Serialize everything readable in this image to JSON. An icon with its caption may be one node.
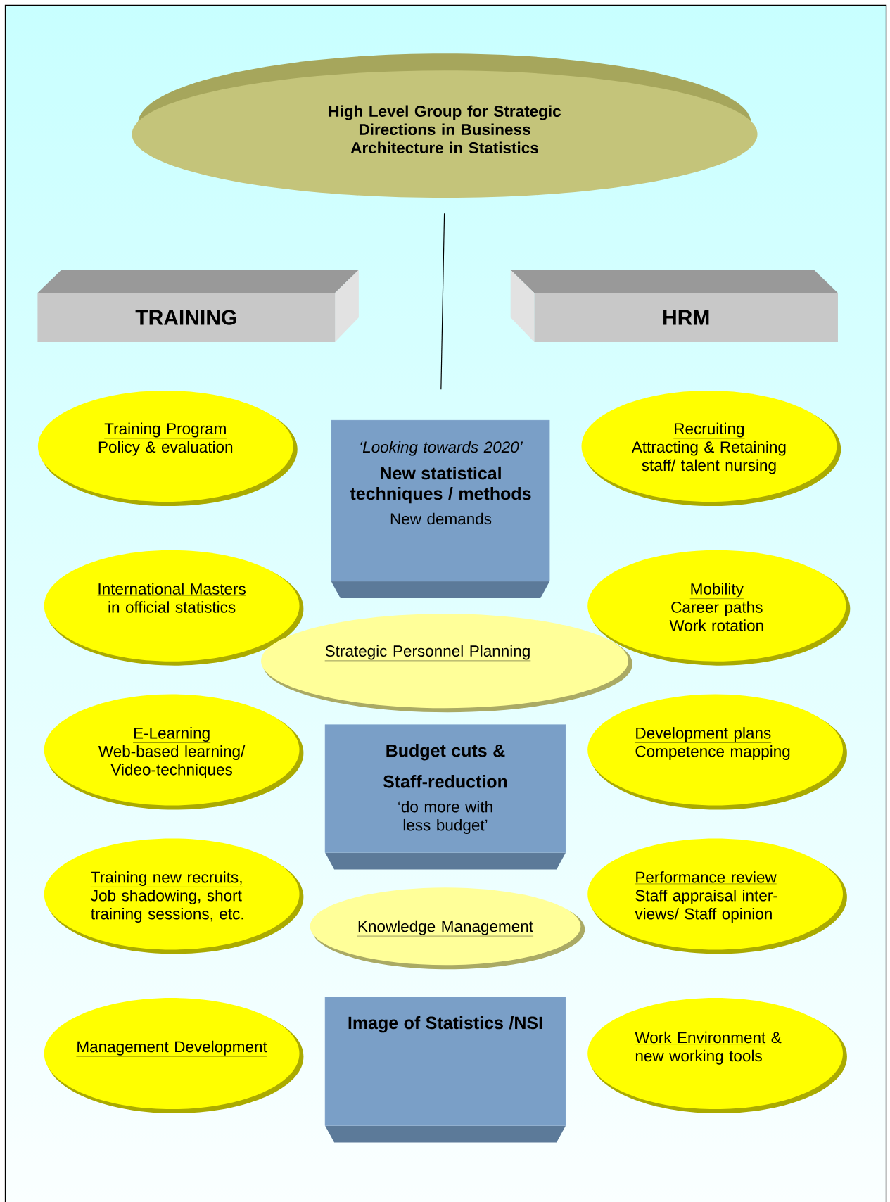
{
  "diagram": {
    "nodes": [
      {
        "text": [
          "High Level Group for Strategic Directions in Business Architecture in Statistics"
        ]
      },
      {
        "text": [
          "TRAINING"
        ]
      },
      {
        "text": [
          "HRM"
        ]
      },
      {
        "text": [
          "Training Program",
          "Policy & evaluation"
        ]
      },
      {
        "text": [
          "‘Looking towards 2020’",
          "New statistical techniques / methods",
          "New demands"
        ]
      },
      {
        "text": [
          "Recruiting",
          "Attracting & Retaining staff/ talent nursing"
        ]
      },
      {
        "text": [
          "International Masters",
          "in official statistics"
        ]
      },
      {
        "text": [
          "Mobility",
          "Career paths Work rotation"
        ]
      },
      {
        "text": [
          "Strategic Personnel Planning"
        ]
      },
      {
        "text": [
          "E-Learning",
          "Web-based learning/ Video-techniques"
        ]
      },
      {
        "text": [
          "Budget cuts & Staff-reduction",
          "‘do more with less budget’"
        ]
      },
      {
        "text": [
          "Development plans",
          "Competence mapping"
        ]
      },
      {
        "text": [
          "Training new recruits,",
          "Job shadowing, short training sessions, etc."
        ]
      },
      {
        "text": [
          "Performance review",
          "Staff appraisal inter-views/ Staff opinion"
        ]
      },
      {
        "text": [
          "Knowledge Management"
        ]
      },
      {
        "text": [
          "Management Development"
        ]
      },
      {
        "text": [
          "Image of Statistics /NSI"
        ]
      },
      {
        "text": [
          "Work Environment",
          "& new working tools"
        ]
      }
    ],
    "edges": [
      {
        "from": 0,
        "to": 4,
        "arrow": "none"
      }
    ]
  }
}
